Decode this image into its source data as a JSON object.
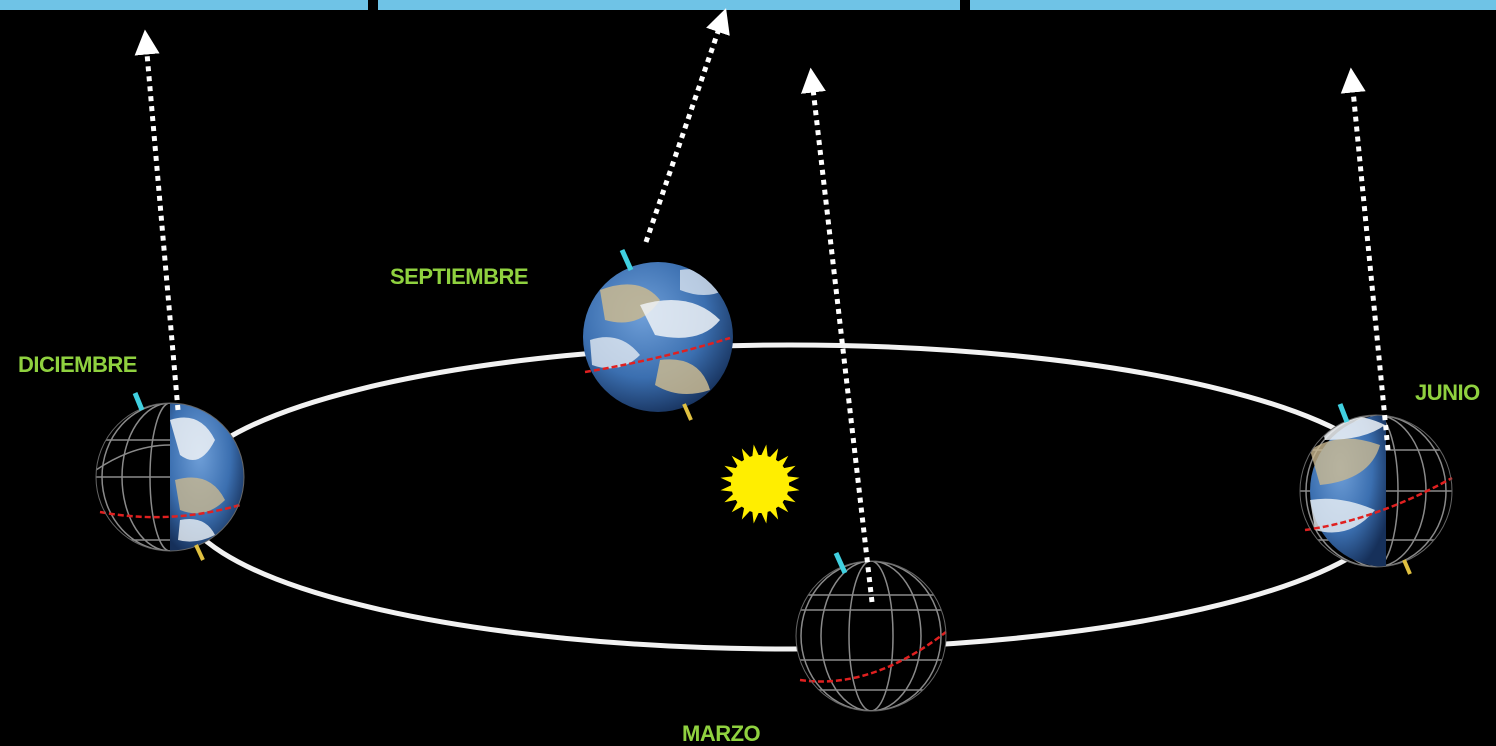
{
  "colors": {
    "background": "#000000",
    "top_band": "#6fc3e6",
    "orbit": "#f2f2f2",
    "sun": "#ffee00",
    "label": "#8fd13f",
    "equator": "#e02020",
    "grid": "#9a9a9a",
    "axis_north": "#40d0e0",
    "axis_south": "#e0c040",
    "ocean": "#3b6fb0",
    "land": "#c9b890",
    "clouds": "#eef2f6"
  },
  "labels": {
    "diciembre": "DICIEMBRE",
    "septiembre": "SEPTIEMBRE",
    "marzo": "MARZO",
    "junio": "JUNIO"
  },
  "icons": {
    "sun": "sun-icon",
    "earth": "earth-globe-icon",
    "arrow": "pointer-arrow-icon"
  }
}
